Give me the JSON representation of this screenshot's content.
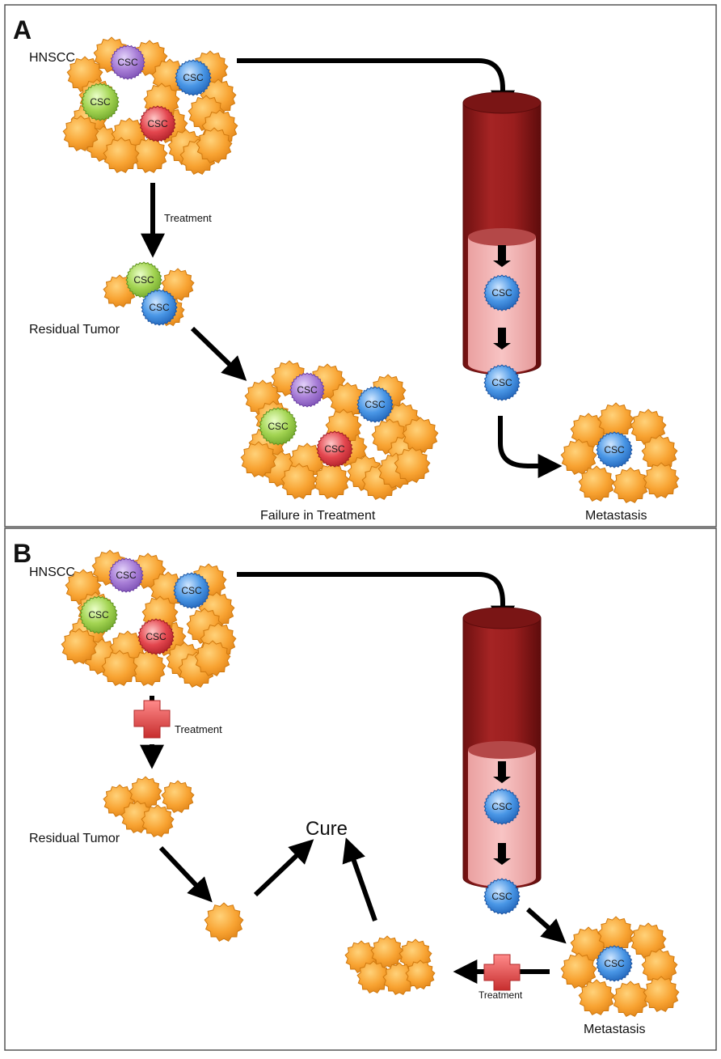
{
  "panels": [
    {
      "letter": "A",
      "source_label": "HNSCC",
      "treatment_label": "Treatment",
      "residual_label": "Residual Tumor",
      "failure_label": "Failure in Treatment",
      "metastasis_label": "Metastasis"
    },
    {
      "letter": "B",
      "source_label": "HNSCC",
      "treatment_label": "Treatment",
      "residual_label": "Residual Tumor",
      "cure_label": "Cure",
      "metastasis_label": "Metastasis",
      "metastasis_treatment_label": "Treatment"
    }
  ],
  "cell_label": "CSC",
  "colors": {
    "tumor_cell": "#f7a535",
    "csc_purple": "#9b6fcf",
    "csc_blue": "#3f8fe0",
    "csc_green": "#9ccc4a",
    "csc_red": "#e0414a",
    "vessel_dark": "#8b1a1a",
    "vessel_lumen": "#f4b3b3",
    "treatment_cross": "#e85050",
    "arrow": "#000000",
    "frame": "#444444"
  }
}
